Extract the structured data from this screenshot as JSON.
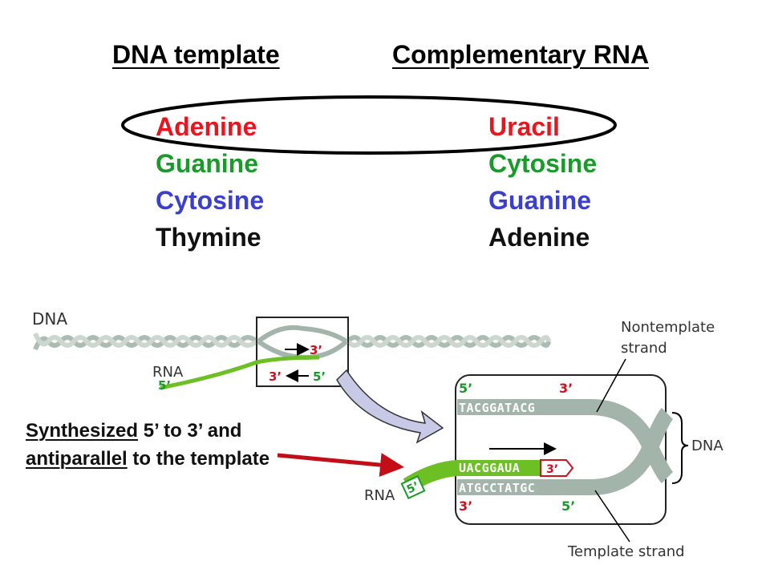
{
  "headers": {
    "dna_template": "DNA template",
    "complementary_rna": "Complementary RNA"
  },
  "pairs": [
    {
      "dna": "Adenine",
      "rna": "Uracil",
      "color": "#e8141e"
    },
    {
      "dna": "Guanine",
      "rna": "Cytosine",
      "color": "#1a9a2a"
    },
    {
      "dna": "Cytosine",
      "rna": "Guanine",
      "color": "#3a3fd0"
    },
    {
      "dna": "Thymine",
      "rna": "Adenine",
      "color": "#111111"
    }
  ],
  "note": {
    "synthesized": "Synthesized",
    "direction": " 5’ to 3’ and ",
    "antiparallel": "antiparallel",
    "rest": " to the template"
  },
  "diagram": {
    "dna_label": "DNA",
    "rna_label_small": "RNA",
    "small_top_3": "3’",
    "small_bottom_3": "3’",
    "small_bottom_5": "5’",
    "small_rna_5": "5’",
    "nontemplate_label_1": "Nontemplate",
    "nontemplate_label_2": "strand",
    "dna_brace_label": "DNA",
    "template_label": "Template strand",
    "rna_label_zoom": "RNA",
    "top_seq": "TACGGATACG",
    "rna_seq": "UACGGAUA",
    "bottom_seq": "ATGCCTATGC",
    "zoom_top_5": "5’",
    "zoom_top_3": "3’",
    "zoom_rna_3": "3’",
    "zoom_rna_5": "5’",
    "zoom_bot_3": "3’",
    "zoom_bot_5": "5’",
    "colors": {
      "strand": "#a3b5aa",
      "rna": "#6cc024",
      "label_red": "#d01020",
      "label_green": "#1a9a2a",
      "callout": "#c40e17"
    }
  }
}
